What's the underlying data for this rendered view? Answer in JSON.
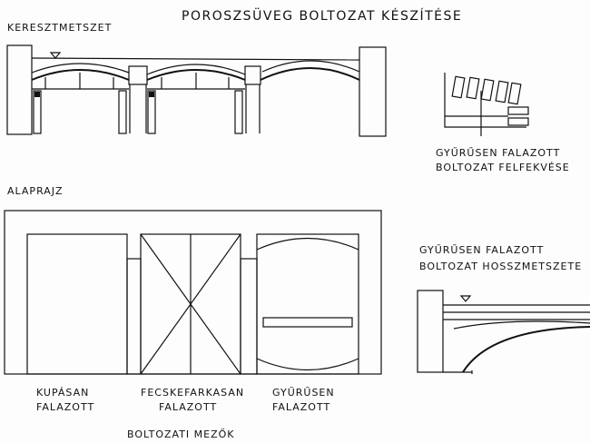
{
  "title": "POROSZSÜVEG BOLTOZAT KÉSZÍTÉSE",
  "cross_section_label": "KERESZTMETSZET",
  "bearing_detail": {
    "line1": "GYŰRŰSEN FALAZOTT",
    "line2": "BOLTOZAT FELFEKVÉSE"
  },
  "plan_label": "ALAPRAJZ",
  "long_section": {
    "line1": "GYŰRŰSEN FALAZOTT",
    "line2": "BOLTOZAT HOSSZMETSZETE"
  },
  "fields": [
    {
      "line1": "KUPÁSAN",
      "line2": "FALAZOTT"
    },
    {
      "line1": "FECSKEFARKASAN",
      "line2": "FALAZOTT"
    },
    {
      "line1": "GYŰRŰSEN",
      "line2": "FALAZOTT"
    }
  ],
  "fields_caption": "BOLTOZATI MEZŐK"
}
